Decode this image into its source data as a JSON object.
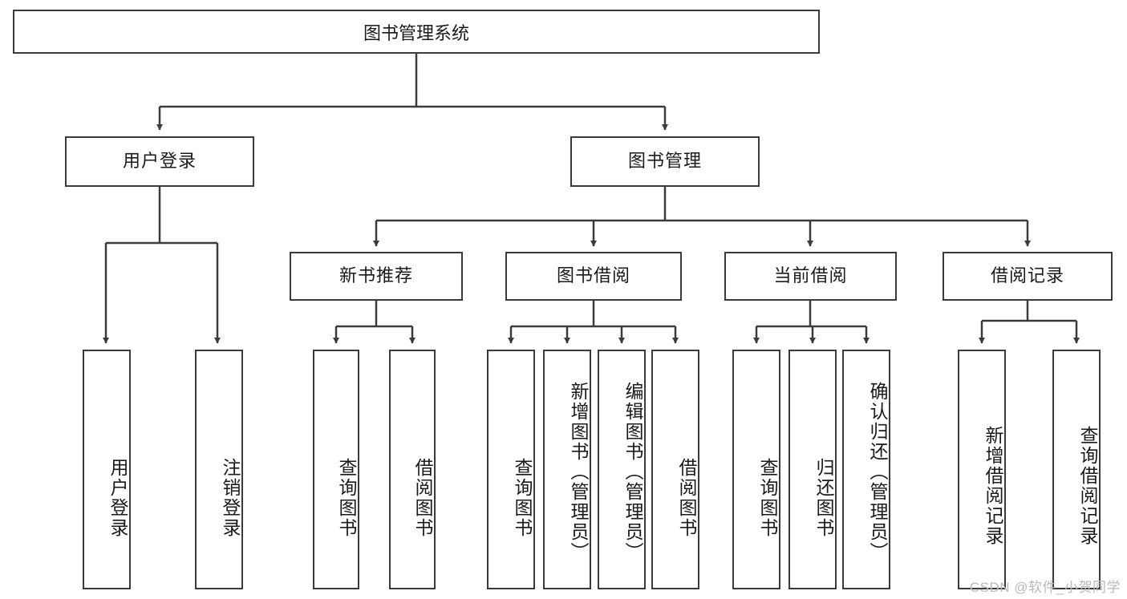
{
  "diagram": {
    "title": "图书管理系统",
    "type": "tree",
    "watermark": "CSDN @软件_小贺同学",
    "colors": {
      "background": "#ffffff",
      "border": "#3b3b3b",
      "edge": "#3b3b3b",
      "text": "#1a1a1a",
      "watermark": "#b9b9b9"
    },
    "nodes": {
      "root": {
        "label": "图书管理系统"
      },
      "level2": [
        {
          "id": "user-login",
          "label": "用户登录"
        },
        {
          "id": "book-manage",
          "label": "图书管理"
        }
      ],
      "level3": [
        {
          "id": "new-book-recommend",
          "label": "新书推荐"
        },
        {
          "id": "book-borrow",
          "label": "图书借阅"
        },
        {
          "id": "current-borrow",
          "label": "当前借阅"
        },
        {
          "id": "borrow-record",
          "label": "借阅记录"
        }
      ],
      "leaves": {
        "user_login": [
          {
            "id": "leaf-user-login",
            "label": "用户登录"
          },
          {
            "id": "leaf-logout-login",
            "label": "注销登录"
          }
        ],
        "new_book_recommend": [
          {
            "id": "leaf-query-book-1",
            "label": "查询图书"
          },
          {
            "id": "leaf-borrow-book-1",
            "label": "借阅图书"
          }
        ],
        "book_borrow": [
          {
            "id": "leaf-query-book-2",
            "label": "查询图书"
          },
          {
            "id": "leaf-add-book-admin",
            "label": "新增图书（管理员）"
          },
          {
            "id": "leaf-edit-book-admin",
            "label": "编辑图书（管理员）"
          },
          {
            "id": "leaf-borrow-book-2",
            "label": "借阅图书"
          }
        ],
        "current_borrow": [
          {
            "id": "leaf-query-book-3",
            "label": "查询图书"
          },
          {
            "id": "leaf-return-book",
            "label": "归还图书"
          },
          {
            "id": "leaf-confirm-return-admin",
            "label": "确认归还（管理员）"
          }
        ],
        "borrow_record": [
          {
            "id": "leaf-add-borrow-record",
            "label": "新增借阅记录"
          },
          {
            "id": "leaf-query-borrow-record",
            "label": "查询借阅记录"
          }
        ]
      }
    }
  }
}
